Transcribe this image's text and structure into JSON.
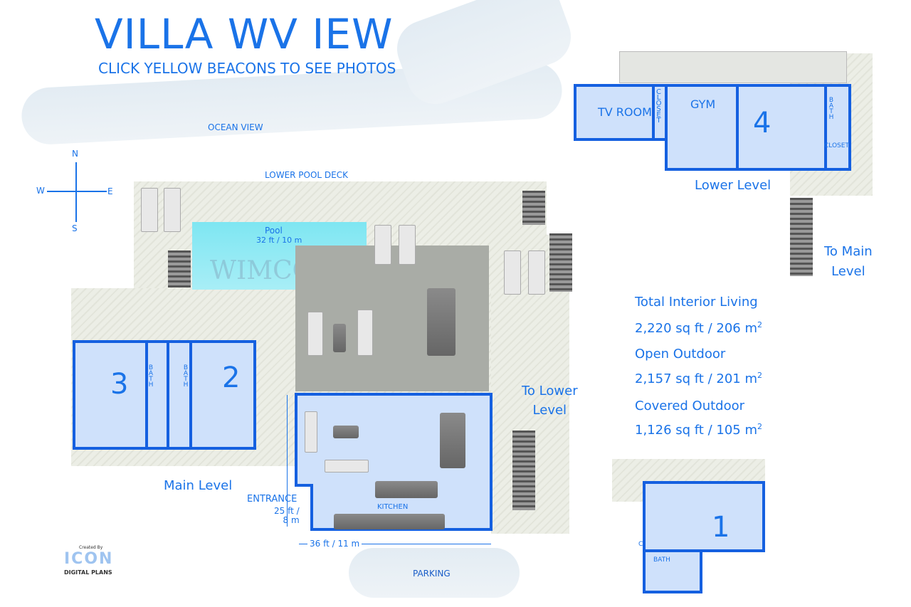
{
  "header": {
    "title": "VILLA WV IEW",
    "subtitle": "CLICK YELLOW BEACONS TO SEE PHOTOS"
  },
  "labels": {
    "ocean_view": "OCEAN VIEW",
    "lower_pool_deck": "LOWER POOL DECK",
    "parking": "PARKING",
    "main_level": "Main Level",
    "lower_level": "Lower Level",
    "to_main_level": [
      "To Main",
      "Level"
    ],
    "to_lower_level": [
      "To Lower",
      "Level"
    ],
    "entrance": "ENTRANCE",
    "height_dim": [
      "25 ft /",
      "8 m"
    ],
    "width_dim": "36 ft / 11 m",
    "watermark": "WIMCO"
  },
  "compass": {
    "n": "N",
    "s": "S",
    "e": "E",
    "w": "W"
  },
  "pool": {
    "label": "Pool",
    "dim": "32 ft / 10 m"
  },
  "rooms": {
    "tv_room": "TV ROOM",
    "closet": "CLOSET",
    "gym": "GYM",
    "bedroom4": "4",
    "bath": "BATH",
    "closet2": "CLOSET",
    "bedroom3": "3",
    "bedroom2": "2",
    "kitchen": "KITCHEN",
    "bedroom1": "1",
    "c": "C"
  },
  "stats": [
    {
      "label": "Total Interior Living",
      "value": "2,220 sq ft / 206 m",
      "sup": "2"
    },
    {
      "label": "Open Outdoor",
      "value": "2,157 sq ft / 201 m",
      "sup": "2"
    },
    {
      "label": "Covered Outdoor",
      "value": "1,126 sq ft / 105 m",
      "sup": "2"
    }
  ],
  "logo": {
    "created_by": "Created By",
    "brand": "ICON",
    "tagline": "DIGITAL PLANS"
  }
}
